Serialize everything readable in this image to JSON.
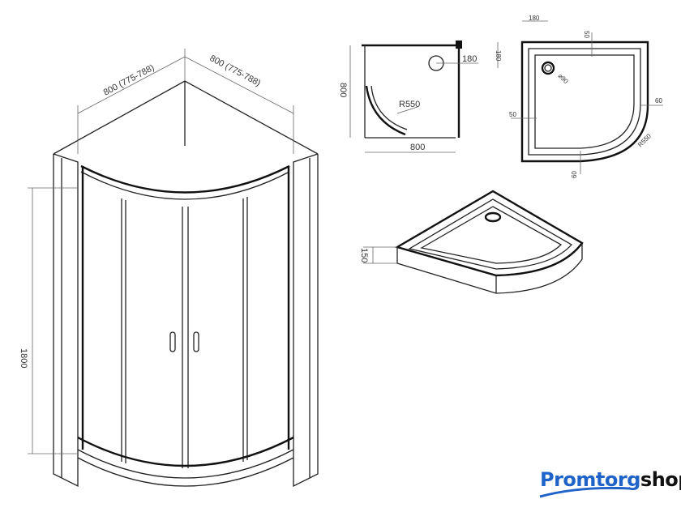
{
  "cabin": {
    "width_label_left": "800 (775-788)",
    "width_label_right": "800 (775-788)",
    "height_label": "1800"
  },
  "plan": {
    "side_label": "800",
    "bottom_label": "800",
    "drain_offset": "180",
    "radius": "R550"
  },
  "tray_top": {
    "drain_x": "180",
    "drain_y": "180",
    "rim_top": "50",
    "rim_left": "50",
    "drain_diameter": "⌀90",
    "rim_right": "60",
    "rim_bottom": "60",
    "radius": "R550"
  },
  "tray_iso": {
    "height_label": "150"
  },
  "logo": {
    "part1": "Promtorg",
    "part2": "shop",
    "color1": "#1f63c9",
    "color2": "#111111"
  }
}
